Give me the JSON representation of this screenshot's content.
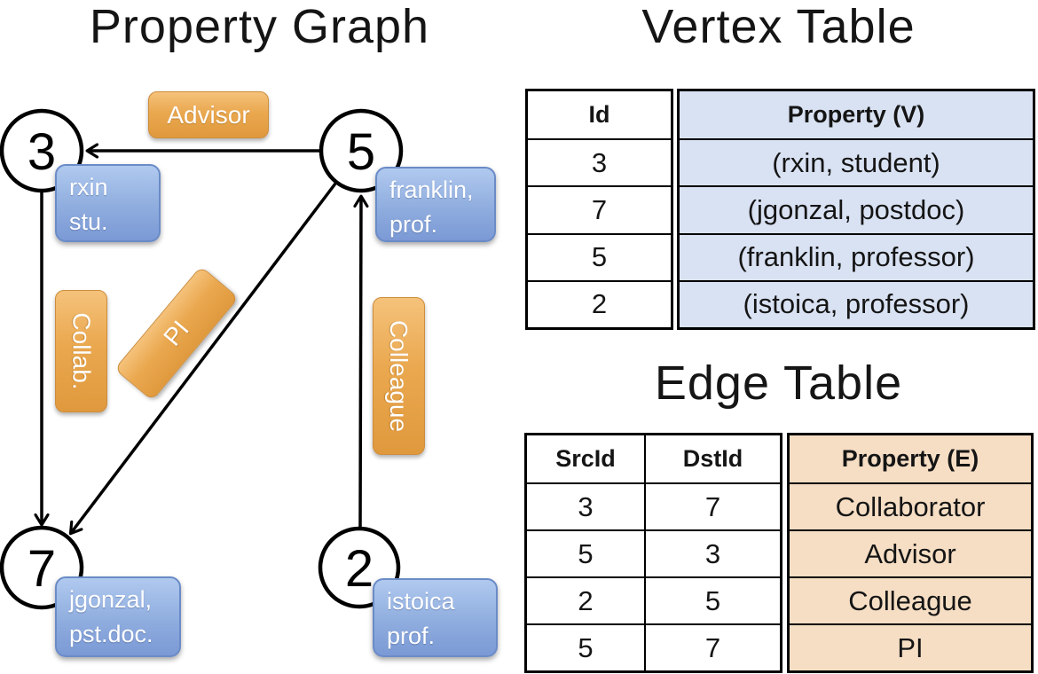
{
  "titles": {
    "graph": "Property Graph",
    "vertex_table": "Vertex Table",
    "edge_table": "Edge Table"
  },
  "graph": {
    "nodes": [
      {
        "id": "3",
        "label_line1": "rxin",
        "label_line2": "stu."
      },
      {
        "id": "5",
        "label_line1": "franklin,",
        "label_line2": "prof."
      },
      {
        "id": "7",
        "label_line1": "jgonzal,",
        "label_line2": "pst.doc."
      },
      {
        "id": "2",
        "label_line1": "istoica",
        "label_line2": "prof."
      }
    ],
    "edge_labels": {
      "advisor": "Advisor",
      "collab": "Collab.",
      "pi": "PI",
      "colleague": "Colleague"
    }
  },
  "vertex_table": {
    "columns": {
      "id": "Id",
      "property": "Property (V)"
    },
    "rows": [
      {
        "id": "3",
        "property": "(rxin, student)"
      },
      {
        "id": "7",
        "property": "(jgonzal, postdoc)"
      },
      {
        "id": "5",
        "property": "(franklin, professor)"
      },
      {
        "id": "2",
        "property": "(istoica, professor)"
      }
    ]
  },
  "edge_table": {
    "columns": {
      "src": "SrcId",
      "dst": "DstId",
      "property": "Property (E)"
    },
    "rows": [
      {
        "src": "3",
        "dst": "7",
        "property": "Collaborator"
      },
      {
        "src": "5",
        "dst": "3",
        "property": "Advisor"
      },
      {
        "src": "2",
        "dst": "5",
        "property": "Colleague"
      },
      {
        "src": "5",
        "dst": "7",
        "property": "PI"
      }
    ]
  },
  "colors": {
    "edge_label_orange": "#E89C42",
    "vertex_label_blue": "#8FADDE",
    "vertex_property_bg": "#D9E2F3",
    "edge_property_bg": "#F6DEC4",
    "line": "#000000"
  }
}
